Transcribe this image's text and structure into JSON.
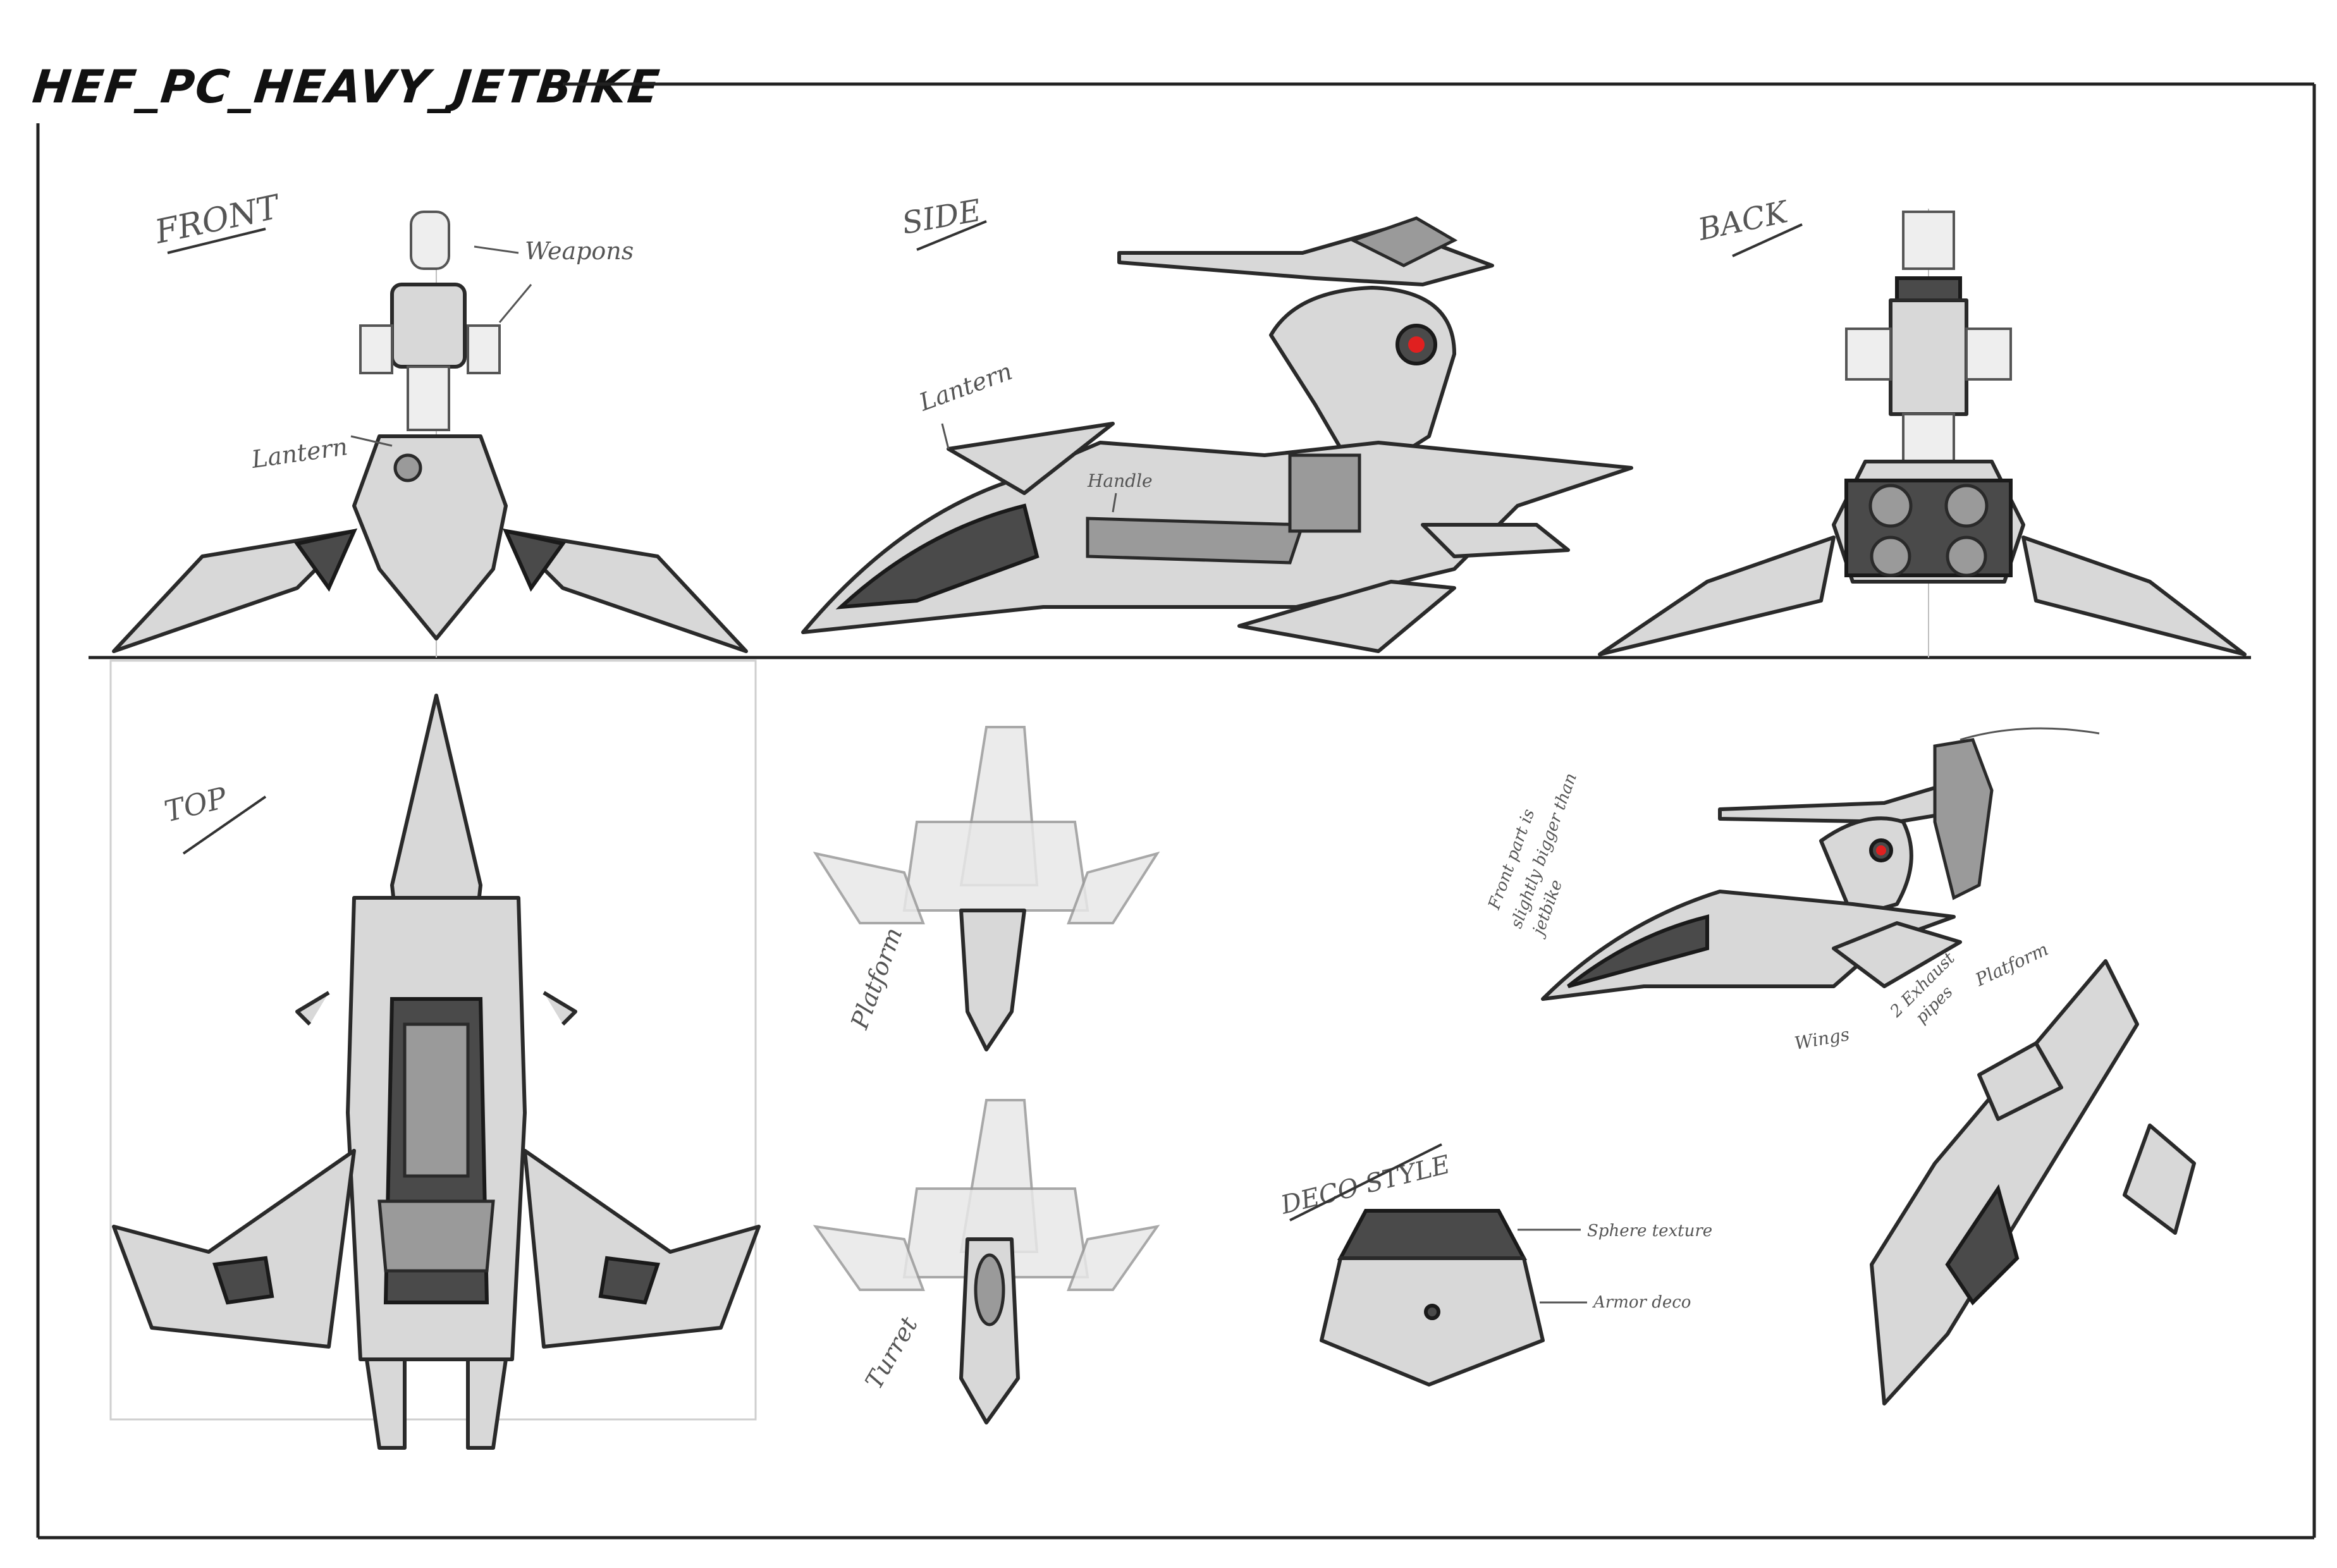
{
  "title": "HEF_PC_HEAVY_JETBIKE",
  "views": {
    "front": "FRONT",
    "side": "SIDE",
    "back": "BACK",
    "top": "TOP",
    "deco_style": "DECO STYLE"
  },
  "annotations": {
    "weapons": "Weapons",
    "lantern_front": "Lantern",
    "lantern_side": "Lantern",
    "handle": "Handle",
    "platform": "Platform",
    "turret": "Turret",
    "front_part_note_1": "Front part is",
    "front_part_note_2": "slightly bigger than",
    "front_part_note_3": "jetbike",
    "platform_label": "Platform",
    "wings": "Wings",
    "exhaust_1": "2 Exhaust",
    "exhaust_2": "pipes",
    "sphere_texture": "Sphere texture",
    "armor_deco": "Armor deco"
  },
  "colors": {
    "ink": "#1a1a1a",
    "shade": "#4a4a4a",
    "accent_eye": "#e02020"
  }
}
